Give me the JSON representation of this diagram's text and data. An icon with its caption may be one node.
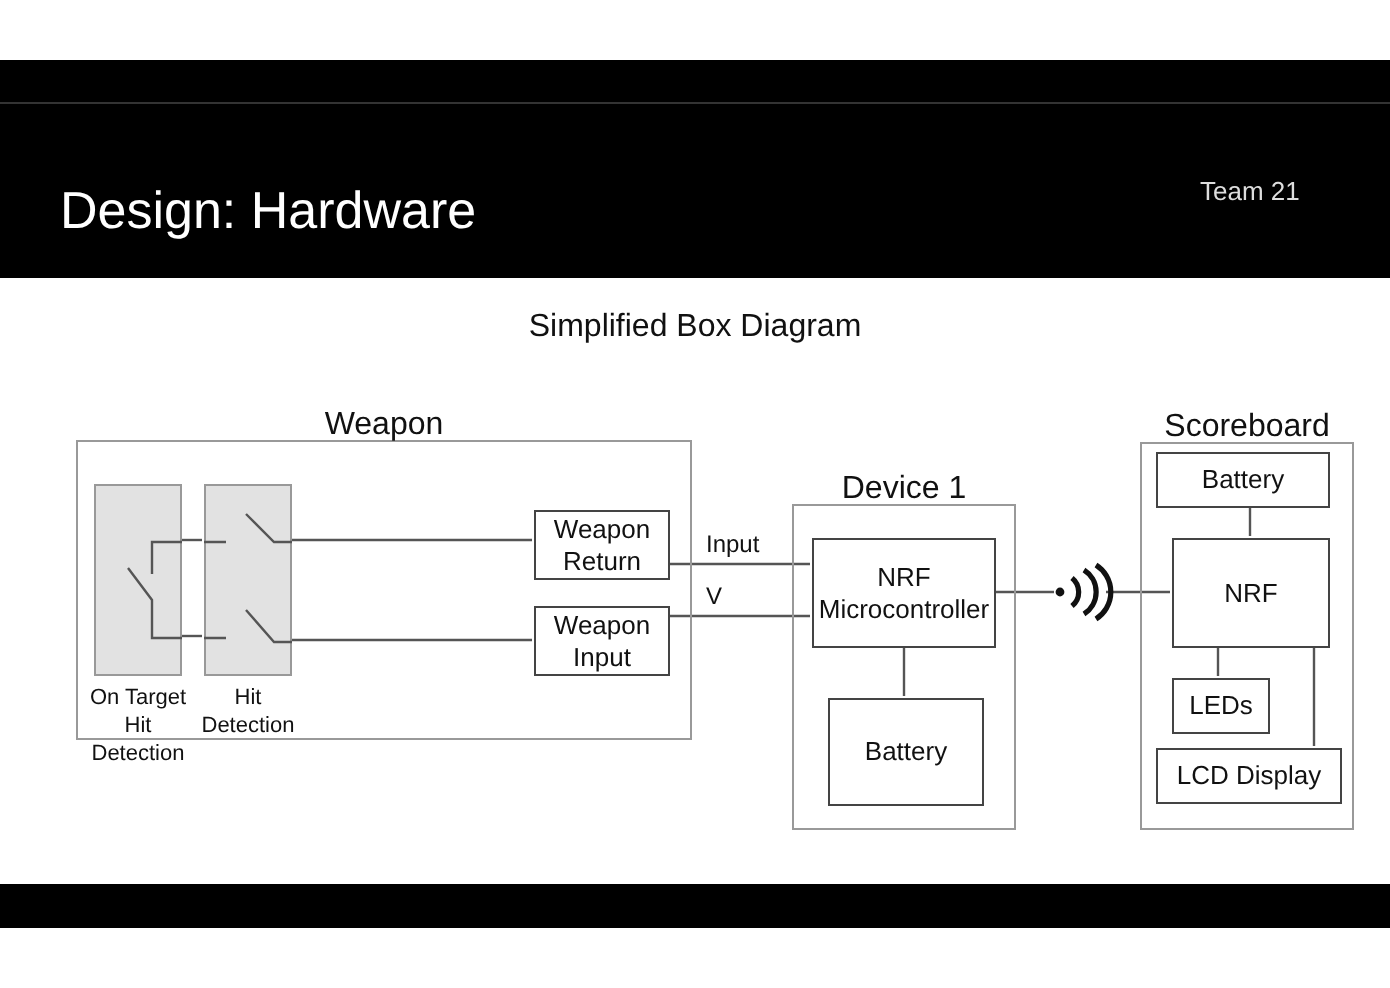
{
  "diagram": {
    "title": "Design: Hardware",
    "nodes": [
      {
        "text": [
          "Weapon"
        ]
      },
      {
        "text": [
          "On Target Hit Detection"
        ],
        "in": 0
      },
      {
        "text": [
          "Hit Detection"
        ],
        "in": 0
      },
      {
        "text": [
          "Weapon Return"
        ],
        "in": 0
      },
      {
        "text": [
          "Weapon Input"
        ],
        "in": 0
      },
      {
        "text": [
          "Device 1"
        ]
      },
      {
        "text": [
          "NRF Microcontroller"
        ],
        "in": 5
      },
      {
        "text": [
          "Battery"
        ],
        "in": 5
      },
      {
        "text": [],
        "shape": "picture"
      },
      {
        "text": [
          "Scoreboard"
        ]
      },
      {
        "text": [
          "Battery"
        ],
        "in": 9
      },
      {
        "text": [
          "NRF"
        ],
        "in": 9
      },
      {
        "text": [
          "LEDs"
        ],
        "in": 9
      },
      {
        "text": [
          "LCD Display"
        ],
        "in": 9
      }
    ],
    "edges": [
      {
        "from": 1,
        "to": 2,
        "arrow": "none"
      },
      {
        "from": 1,
        "to": 2,
        "arrow": "none"
      },
      {
        "from": 2,
        "to": 3,
        "arrow": "none"
      },
      {
        "from": 2,
        "to": 4,
        "arrow": "none"
      },
      {
        "from": 3,
        "to": 6,
        "arrow": "none",
        "label": "Input"
      },
      {
        "from": 4,
        "to": 6,
        "arrow": "none",
        "label": "V"
      },
      {
        "from": 6,
        "to": 8,
        "arrow": "none"
      },
      {
        "from": 8,
        "to": 11,
        "arrow": "none"
      },
      {
        "from": 6,
        "to": 7,
        "arrow": "none"
      },
      {
        "from": 10,
        "to": 11,
        "arrow": "none"
      },
      {
        "from": 11,
        "to": 12,
        "arrow": "none"
      },
      {
        "from": 11,
        "to": 13,
        "arrow": "none"
      }
    ],
    "labels": [
      "Team 21",
      "Simplified Box Diagram"
    ]
  }
}
